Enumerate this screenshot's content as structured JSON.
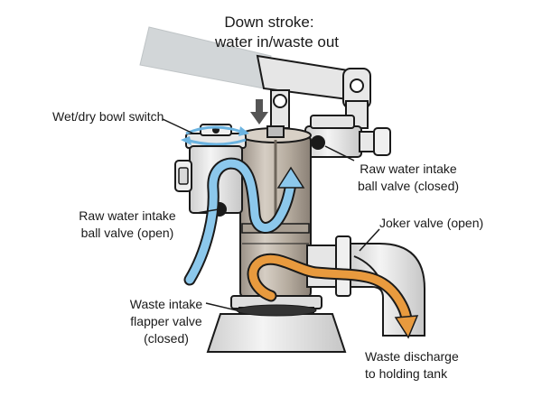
{
  "title": {
    "line1": "Down stroke:",
    "line2": "water in/waste out"
  },
  "labels": {
    "wet_dry_switch": "Wet/dry bowl switch",
    "raw_intake_closed": [
      "Raw water intake",
      "ball valve (closed)"
    ],
    "raw_intake_open": [
      "Raw water intake",
      "ball valve (open)"
    ],
    "joker_valve": "Joker valve (open)",
    "waste_flapper": [
      "Waste intake",
      "flapper valve",
      "(closed)"
    ],
    "waste_discharge": [
      "Waste discharge",
      "to holding tank"
    ]
  },
  "colors": {
    "outline": "#1a1a1a",
    "water_flow": "#8cc8ec",
    "waste_flow": "#e89a3e",
    "metal_light": "#ebebeb",
    "metal_mid": "#cfcfcf",
    "cylinder": "#bfb6aa"
  },
  "icons": {
    "stroke_direction": "down-arrow-icon",
    "switch_rotation": "rotate-arrows-icon"
  }
}
